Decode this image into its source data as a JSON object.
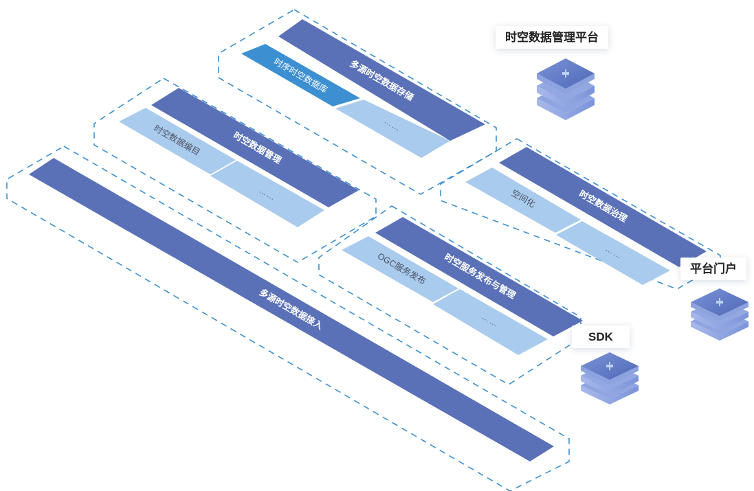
{
  "platform_title": "时空数据管理平台",
  "portal_label": "平台门户",
  "sdk_label": "SDK",
  "modules": {
    "storage": {
      "title": "多源时空数据存储",
      "items": [
        "时序时空数据库",
        "……"
      ]
    },
    "management": {
      "title": "时空数据管理",
      "items": [
        "时空数据编目",
        "……"
      ]
    },
    "access": {
      "title": "多源时空数据接入"
    },
    "governance": {
      "title": "时空数据治理",
      "items": [
        "空间化",
        "……"
      ]
    },
    "publish": {
      "title": "时空服务发布与管理",
      "items": [
        "OGC服务发布",
        "……"
      ]
    }
  },
  "icons": [
    "layers-icon",
    "layers-icon",
    "layers-icon"
  ],
  "colors": {
    "dark_bar": "#5a71b8",
    "light_bar": "#a9cbed",
    "accent_bar": "#3c8fd0",
    "dashed_border": "#3d8fd1"
  }
}
